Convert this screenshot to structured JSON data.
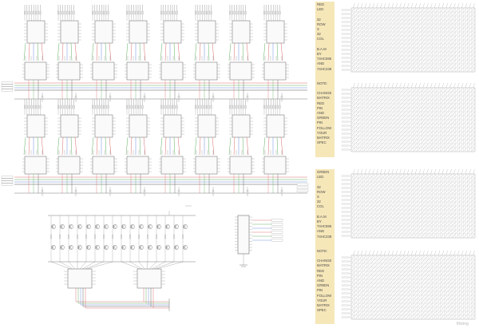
{
  "notes": [
    {
      "lines_a": [
        "RED",
        "LED",
        "",
        "32",
        "ROW",
        "X",
        "32",
        "COL",
        "",
        "B.A.M",
        "BY",
        "74HC595",
        "AND",
        "74HC238"
      ],
      "lines_b": [
        "NOTE:",
        "",
        "CHANGE",
        "MATRIX",
        "RED",
        "PIN",
        "AND",
        "GREEN",
        "PIN",
        "FOLLOW",
        "YOUR",
        "MATRIX",
        "SPEC"
      ]
    },
    {
      "lines_a": [
        "GREEN",
        "LED",
        "",
        "32",
        "ROW",
        "X",
        "32",
        "COL",
        "",
        "B.A.M",
        "BY",
        "74HC595",
        "AND",
        "74HC238"
      ],
      "lines_b": [
        "NOTE:",
        "",
        "CHANGE",
        "MATRIX",
        "RED",
        "PIN",
        "AND",
        "GREEN",
        "PIN",
        "FOLLOW",
        "YOUR",
        "MATRIX",
        "SPEC"
      ]
    }
  ],
  "footer": "fritzing",
  "colors": {
    "wire_red": "#d96a6a",
    "wire_green": "#5fae5f",
    "wire_blue": "#6a8ad9",
    "wire_black": "#555555",
    "chip_fill": "#fafafa",
    "note_fill": "#f6e7b9"
  },
  "icons": [
    "chip-icon",
    "resistor-icon",
    "transistor-icon",
    "led-matrix-icon",
    "arduino-icon"
  ]
}
